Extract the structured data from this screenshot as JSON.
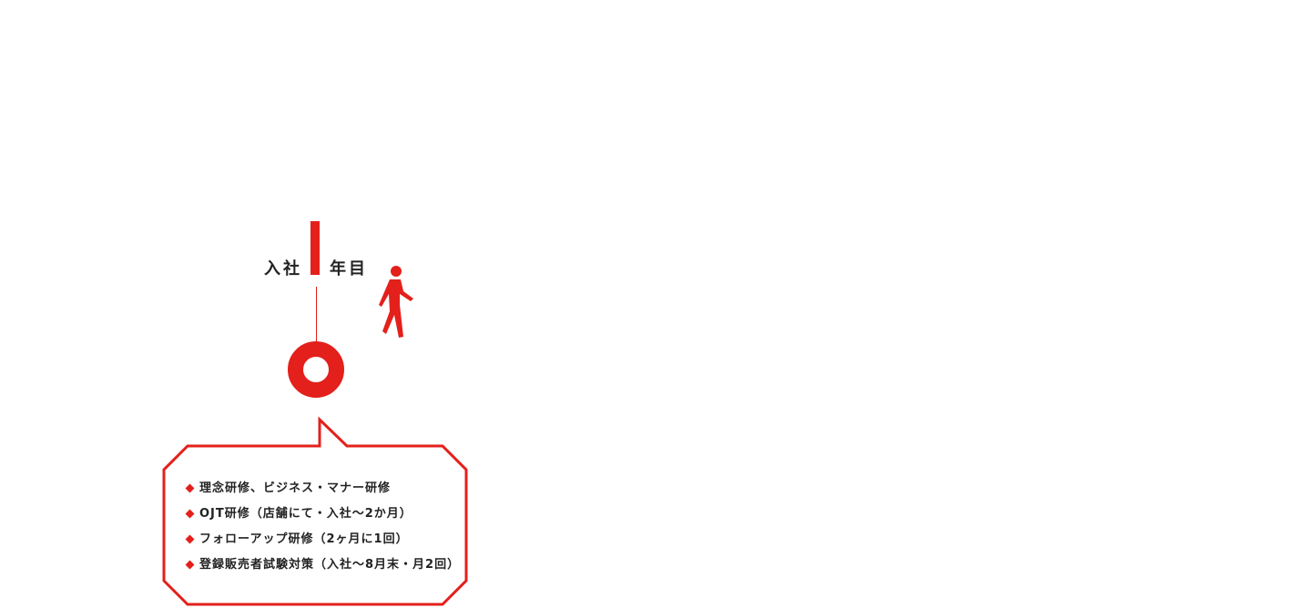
{
  "milestone": {
    "prefix": "入社",
    "suffix": "年目"
  },
  "colors": {
    "accent": "#e3201b",
    "text": "#222222"
  },
  "icons": {
    "walker": "person-walking-icon",
    "bullet": "diamond-icon"
  },
  "trainings": [
    "理念研修、ビジネス・マナー研修",
    "OJT研修（店舗にて・入社～2か月）",
    "フォローアップ研修（2ヶ月に1回）",
    "登録販売者試験対策（入社～8月末・月2回）"
  ]
}
